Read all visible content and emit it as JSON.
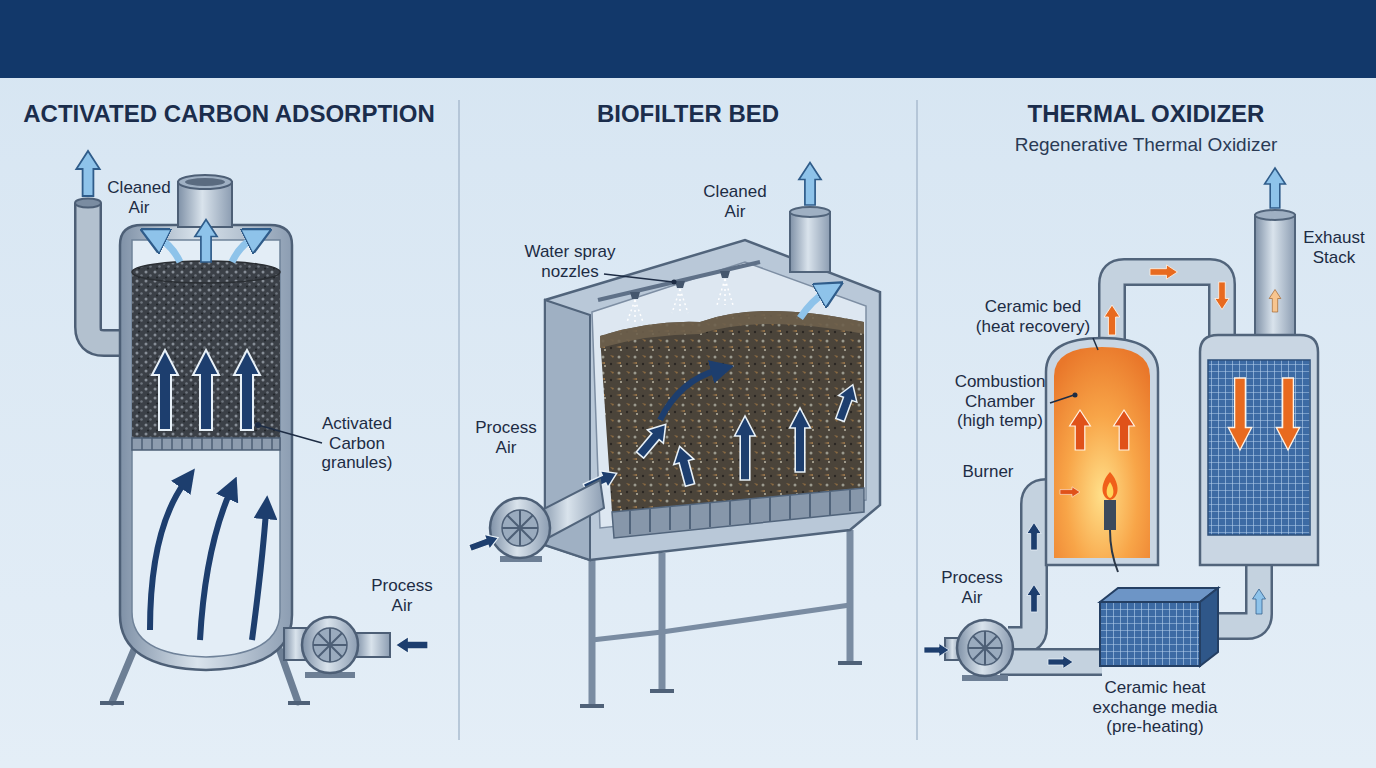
{
  "diagram": {
    "labels": [
      "ACTIVATED CARBON ADSORPTION",
      "Cleaned Air",
      "Activated Carbon granules)",
      "Process Air",
      "BIOFILTER BED",
      "Cleaned Air",
      "Water spray nozzles",
      "Process Air",
      "THERMAL OXIDIZER",
      "Regenerative Thermal Oxidizer",
      "Ceramic bed (heat recovery)",
      "Combustion Chamber (high temp)",
      "Burner",
      "Exhaust Stack",
      "Process Air",
      "Ceramic heat exchange media (pre-heating)"
    ]
  }
}
